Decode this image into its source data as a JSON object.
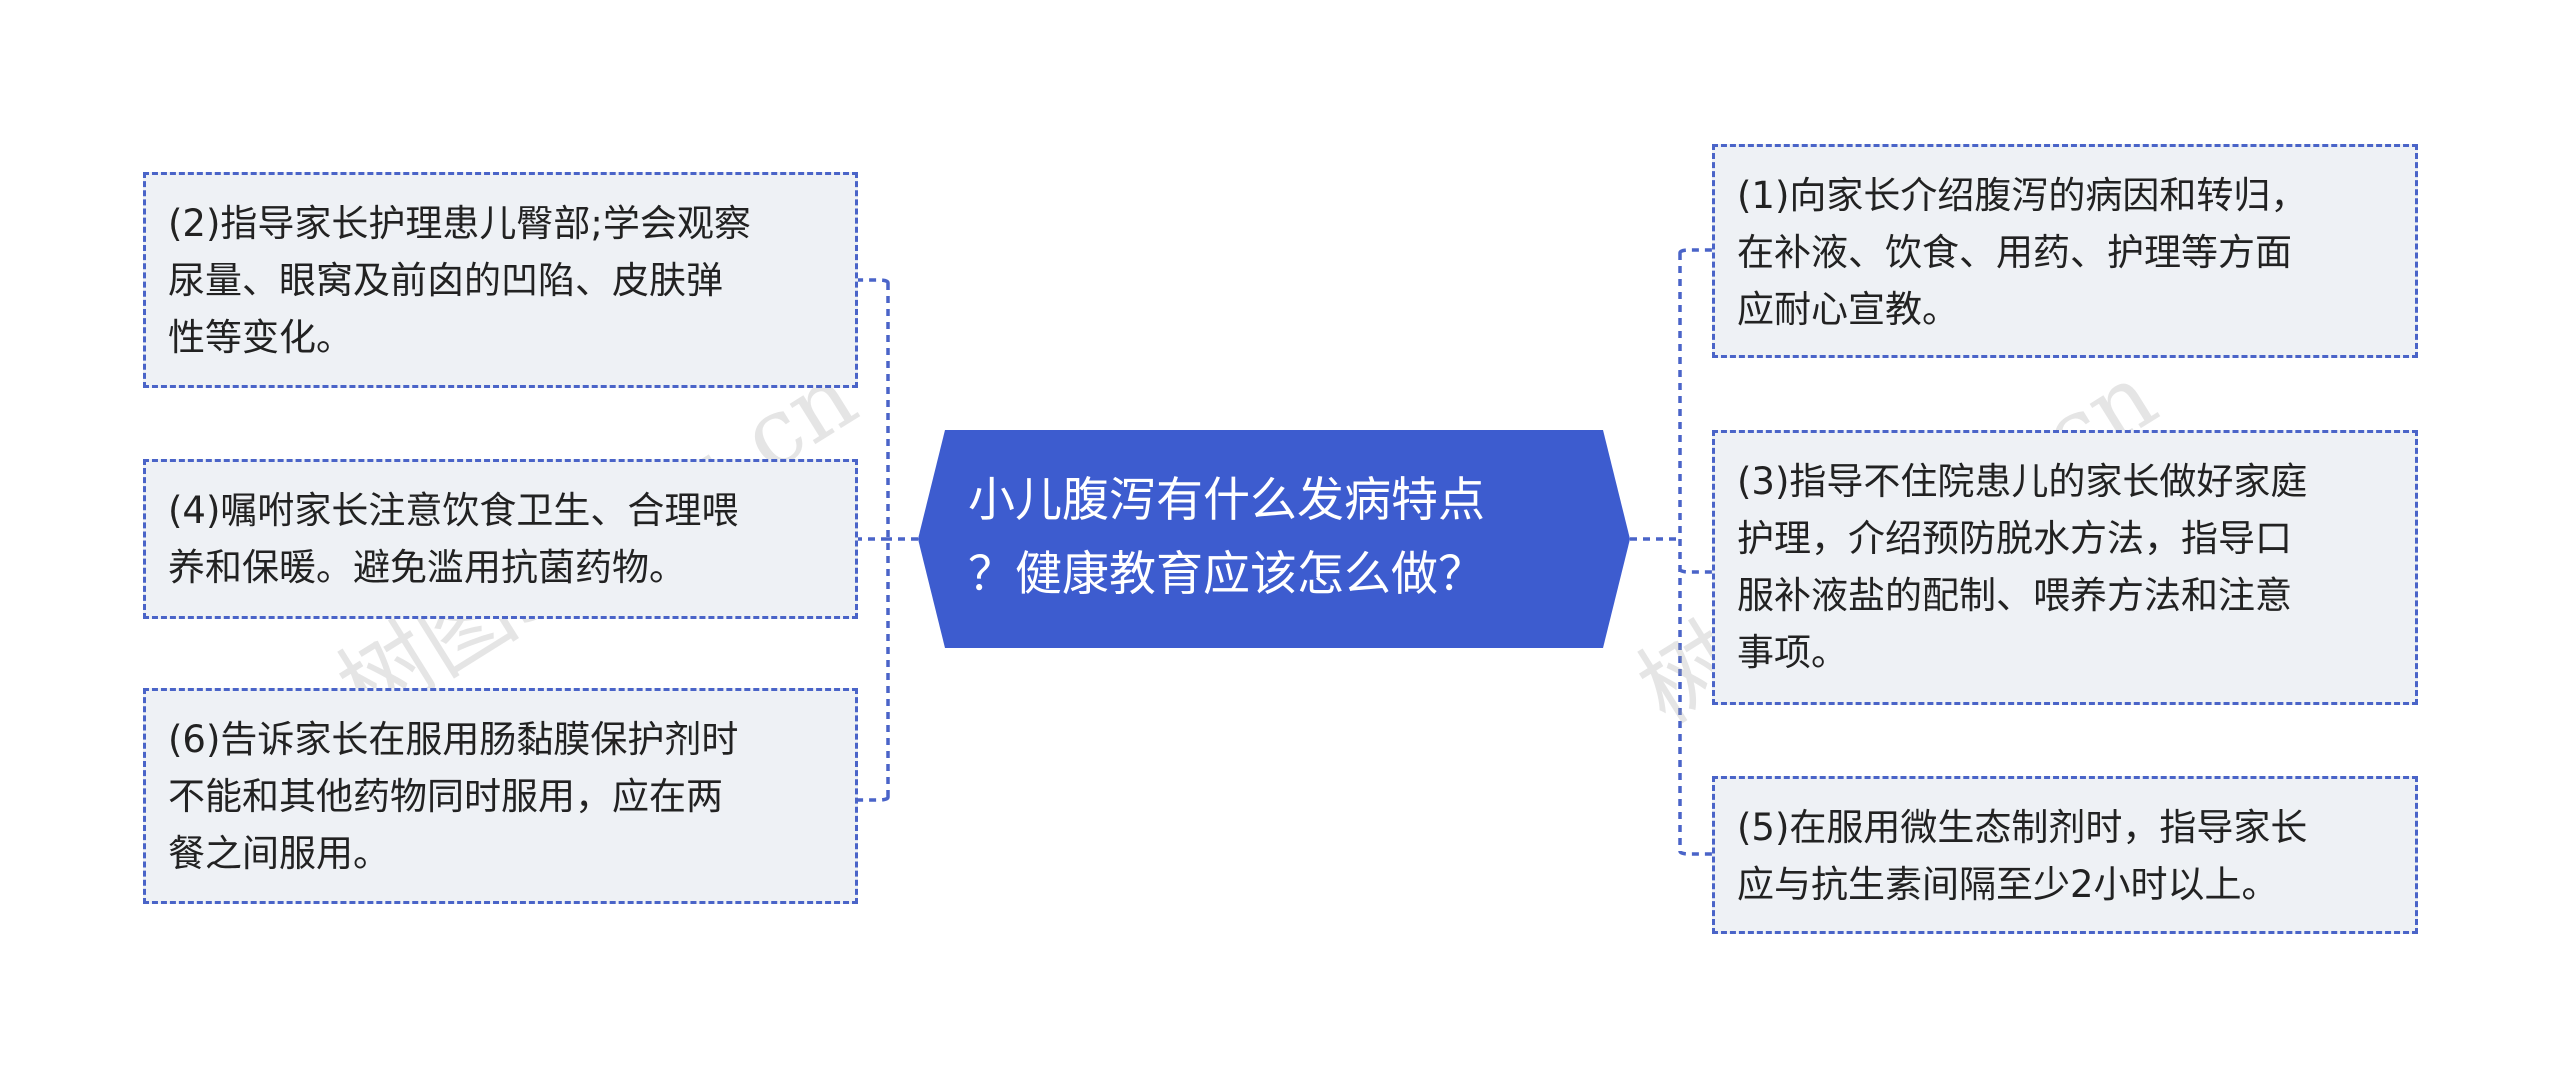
{
  "center": {
    "label": "小儿腹泻有什么发病特点\n？健康教育应该怎么做？"
  },
  "left_nodes": [
    {
      "label": "(2)指导家长护理患儿臀部;学会观察\n尿量、眼窝及前囟的凹陷、皮肤弹\n性等变化。"
    },
    {
      "label": "(4)嘱咐家长注意饮食卫生、合理喂\n养和保暖。避免滥用抗菌药物。"
    },
    {
      "label": "(6)告诉家长在服用肠黏膜保护剂时\n不能和其他药物同时服用，应在两\n餐之间服用。"
    }
  ],
  "right_nodes": [
    {
      "label": "(1)向家长介绍腹泻的病因和转归，\n在补液、饮食、用药、护理等方面\n应耐心宣教。"
    },
    {
      "label": "(3)指导不住院患儿的家长做好家庭\n护理，介绍预防脱水方法，指导口\n服补液盐的配制、喂养方法和注意\n事项。"
    },
    {
      "label": "(5)在服用微生态制剂时，指导家长\n应与抗生素间隔至少2小时以上。"
    }
  ],
  "watermarks": [
    "树图shutu.cn",
    "树图shutu.cn"
  ],
  "colors": {
    "center_fill": "#3d5ccf",
    "connector": "#4a64c8",
    "node_fill": "#eef1f5"
  }
}
